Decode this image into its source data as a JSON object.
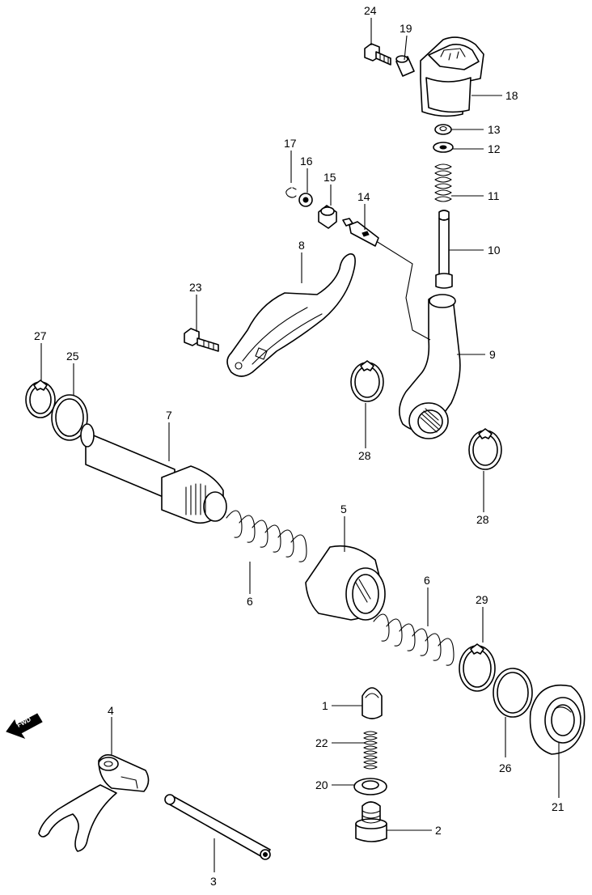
{
  "diagram": {
    "callouts": {
      "p1": "1",
      "p2": "2",
      "p3": "3",
      "p4": "4",
      "p5": "5",
      "p6a": "6",
      "p6b": "6",
      "p7": "7",
      "p8": "8",
      "p9": "9",
      "p10": "10",
      "p11": "11",
      "p12": "12",
      "p13": "13",
      "p14": "14",
      "p15": "15",
      "p16": "16",
      "p17": "17",
      "p18": "18",
      "p19": "19",
      "p20": "20",
      "p21": "21",
      "p22": "22",
      "p23": "23",
      "p24": "24",
      "p25": "25",
      "p26": "26",
      "p27": "27",
      "p28a": "28",
      "p28b": "28",
      "p29": "29"
    },
    "fwd_label": "FWD"
  }
}
